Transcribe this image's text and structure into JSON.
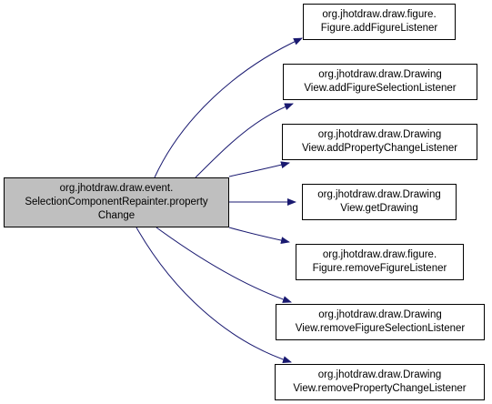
{
  "colors": {
    "edge": "#191970",
    "main_fill": "#bfbfbf",
    "node_fill": "#ffffff",
    "border": "#000000"
  },
  "source": {
    "line1": "org.jhotdraw.draw.event.",
    "line2": "SelectionComponentRepainter.property",
    "line3": "Change"
  },
  "targets": [
    {
      "line1": "org.jhotdraw.draw.figure.",
      "line2": "Figure.addFigureListener"
    },
    {
      "line1": "org.jhotdraw.draw.Drawing",
      "line2": "View.addFigureSelectionListener"
    },
    {
      "line1": "org.jhotdraw.draw.Drawing",
      "line2": "View.addPropertyChangeListener"
    },
    {
      "line1": "org.jhotdraw.draw.Drawing",
      "line2": "View.getDrawing"
    },
    {
      "line1": "org.jhotdraw.draw.figure.",
      "line2": "Figure.removeFigureListener"
    },
    {
      "line1": "org.jhotdraw.draw.Drawing",
      "line2": "View.removeFigureSelectionListener"
    },
    {
      "line1": "org.jhotdraw.draw.Drawing",
      "line2": "View.removePropertyChangeListener"
    }
  ]
}
